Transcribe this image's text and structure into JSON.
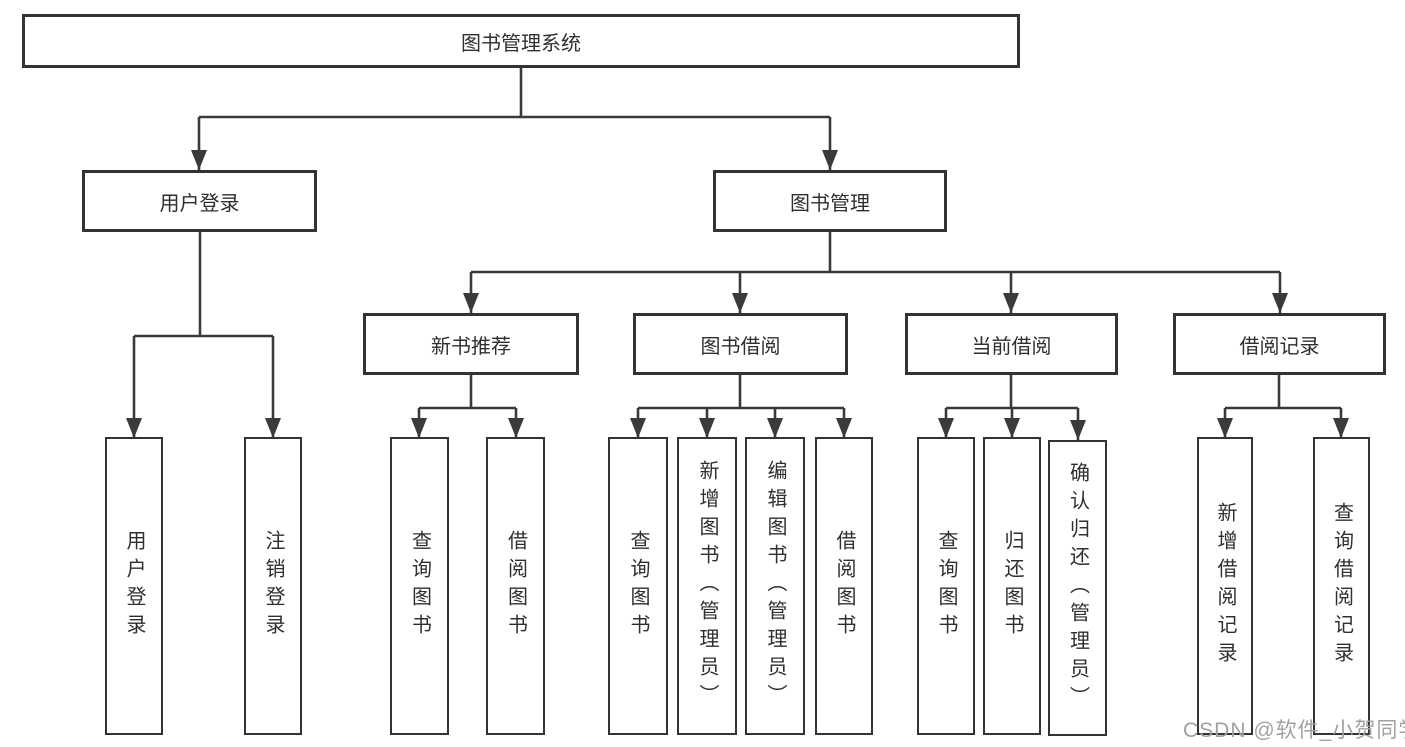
{
  "diagram": {
    "root": "图书管理系统",
    "user_branch": {
      "label": "用户登录",
      "children": [
        "用户登录",
        "注销登录"
      ]
    },
    "books_branch": {
      "label": "图书管理",
      "groups": [
        {
          "label": "新书推荐",
          "children": [
            "查询图书",
            "借阅图书"
          ]
        },
        {
          "label": "图书借阅",
          "children": [
            "查询图书",
            "新增图书（管理员）",
            "编辑图书（管理员）",
            "借阅图书"
          ]
        },
        {
          "label": "当前借阅",
          "children": [
            "查询图书",
            "归还图书",
            "确认归还（管理员）"
          ]
        },
        {
          "label": "借阅记录",
          "children": [
            "新增借阅记录",
            "查询借阅记录"
          ]
        }
      ]
    }
  },
  "watermark": {
    "text": "CSDN @软件_小贺同学"
  },
  "colors": {
    "line": "#3a3a3a",
    "border": "#333333",
    "text": "#2f2f2f",
    "watermark": "#a1a1a1",
    "background": "#ffffff"
  }
}
